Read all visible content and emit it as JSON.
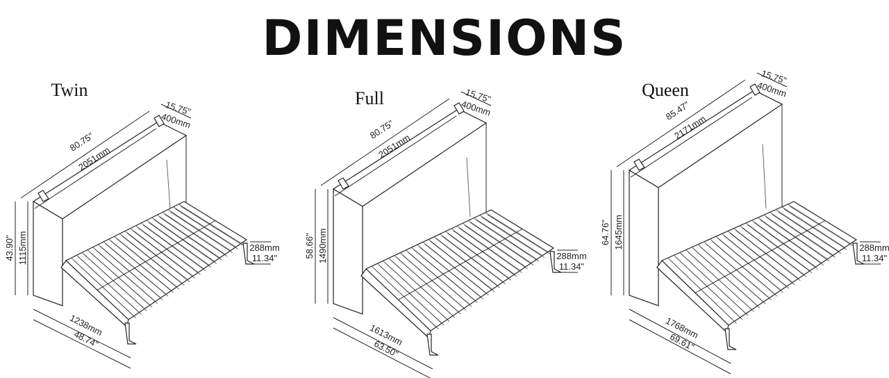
{
  "title": "DIMENSIONS",
  "models": [
    {
      "name": "Twin",
      "length_in": "80.75\"",
      "length_mm": "2051mm",
      "depth_in": "15.75\"",
      "depth_mm": "400mm",
      "height_in": "43.90\"",
      "height_mm": "1115mm",
      "leg_mm": "288mm",
      "leg_in": "11.34\"",
      "width_mm": "1238mm",
      "width_in": "48.74\""
    },
    {
      "name": "Full",
      "length_in": "80.75\"",
      "length_mm": "2051mm",
      "depth_in": "15.75\"",
      "depth_mm": "400mm",
      "height_in": "58.66\"",
      "height_mm": "1490mm",
      "leg_mm": "288mm",
      "leg_in": "11.34\"",
      "width_mm": "1613mm",
      "width_in": "63.50\""
    },
    {
      "name": "Queen",
      "length_in": "85.47\"",
      "length_mm": "2171mm",
      "depth_in": "15.75\"",
      "depth_mm": "400mm",
      "height_in": "64.76\"",
      "height_mm": "1645mm",
      "leg_mm": "288mm",
      "leg_in": "11.34\"",
      "width_mm": "1768mm",
      "width_in": "69.61\""
    }
  ]
}
